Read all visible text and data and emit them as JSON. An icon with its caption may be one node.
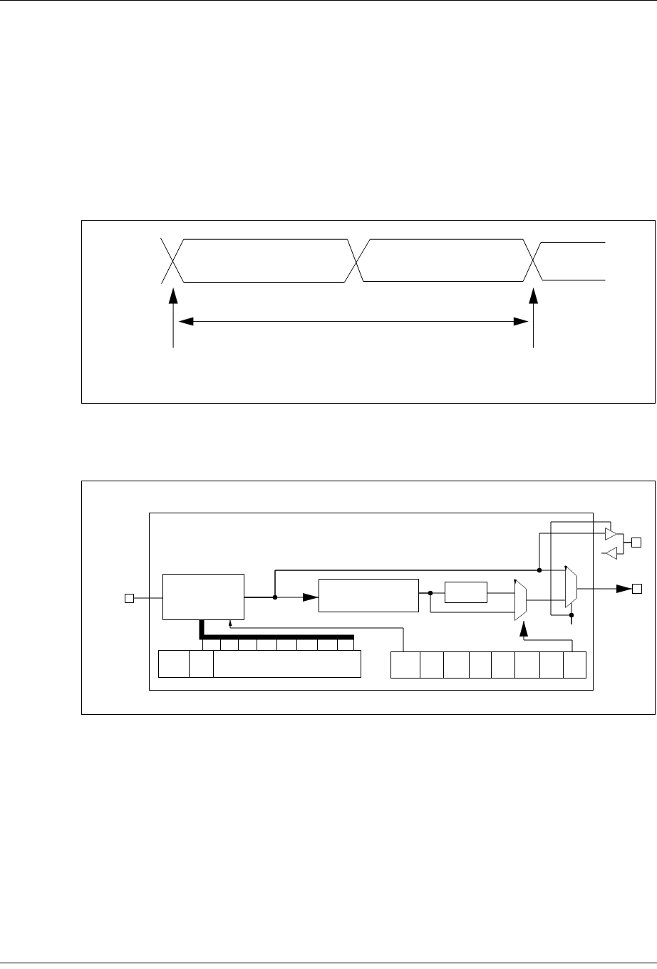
{
  "diagram": {
    "nodes": [
      {
        "text": [],
        "shape": "box"
      },
      {
        "text": [],
        "shape": "box"
      },
      {
        "text": [],
        "shape": "box",
        "in": 0
      },
      {
        "text": [],
        "shape": "box",
        "in": 0
      },
      {
        "text": [],
        "shape": "box",
        "in": 0
      },
      {
        "text": [],
        "shape": "trapezoid",
        "in": 0
      },
      {
        "text": [],
        "shape": "trapezoid",
        "in": 0
      },
      {
        "text": [],
        "shape": "triangle"
      },
      {
        "text": [],
        "shape": "triangle"
      },
      {
        "text": [],
        "shape": "box"
      },
      {
        "text": [],
        "shape": "box"
      },
      {
        "text": [],
        "shape": "box",
        "in": 0
      },
      {
        "text": [],
        "shape": "box",
        "in": 0
      },
      {
        "text": [],
        "shape": "box",
        "in": 0
      }
    ],
    "edges": [
      {
        "from": 1,
        "to": 2,
        "arrow": "none"
      },
      {
        "from": 2,
        "to": 3,
        "arrow": "to"
      },
      {
        "from": 2,
        "to": 6,
        "arrow": "none"
      },
      {
        "from": 2,
        "to": 7,
        "arrow": "none"
      },
      {
        "from": 3,
        "to": 4,
        "arrow": "none"
      },
      {
        "from": 3,
        "to": 5,
        "arrow": "none"
      },
      {
        "from": 4,
        "to": 5,
        "arrow": "none"
      },
      {
        "from": 5,
        "to": 6,
        "arrow": "none"
      },
      {
        "from": 6,
        "to": 10,
        "arrow": "to"
      },
      {
        "from": 7,
        "to": 9,
        "arrow": "none"
      },
      {
        "from": 9,
        "to": 8,
        "arrow": "none"
      },
      {
        "from": 8,
        "to": null,
        "arrow": "none"
      },
      {
        "from": null,
        "to": 6,
        "arrow": "none"
      },
      {
        "from": null,
        "to": 7,
        "arrow": "none"
      },
      {
        "from": 13,
        "to": 2,
        "arrow": "to"
      },
      {
        "from": 13,
        "to": 5,
        "arrow": "to"
      },
      {
        "from": 2,
        "to": 11,
        "arrow": "none",
        "style": "thick"
      }
    ]
  }
}
